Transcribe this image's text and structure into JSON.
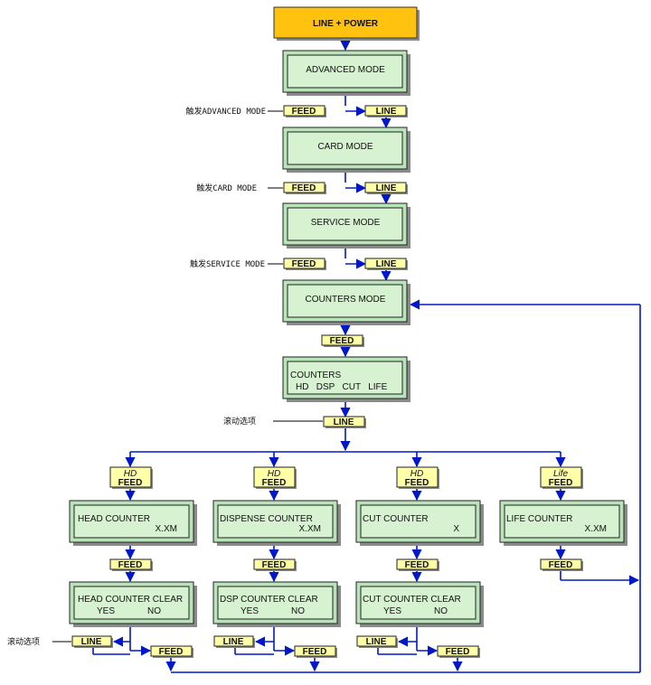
{
  "top_box": "LINE + POWER",
  "modes": {
    "advanced": "ADVANCED MODE",
    "card": "CARD MODE",
    "service": "SERVICE MODE",
    "counters": "COUNTERS MODE"
  },
  "keys": {
    "feed": "FEED",
    "line": "LINE"
  },
  "side_labels": {
    "advanced": "触发ADVANCED MODE",
    "card": "触发CARD MODE",
    "service": "触发SERVICE MODE",
    "scroll": "滚动选项"
  },
  "counters_box": {
    "line1": "COUNTERS",
    "line2": "HD   DSP   CUT   LIFE"
  },
  "selectors": {
    "hd": "HD",
    "life": "Life"
  },
  "counters": [
    {
      "title": "HEAD COUNTER",
      "value": "X.XM"
    },
    {
      "title": "DISPENSE COUNTER",
      "value": "X.XM"
    },
    {
      "title": "CUT COUNTER",
      "value": "X"
    },
    {
      "title": "LIFE COUNTER",
      "value": "X.XM"
    }
  ],
  "clears": [
    {
      "title": "HEAD COUNTER CLEAR",
      "yes": "YES",
      "no": "NO"
    },
    {
      "title": "DSP COUNTER CLEAR",
      "yes": "YES",
      "no": "NO"
    },
    {
      "title": "CUT COUNTER CLEAR",
      "yes": "YES",
      "no": "NO"
    }
  ]
}
